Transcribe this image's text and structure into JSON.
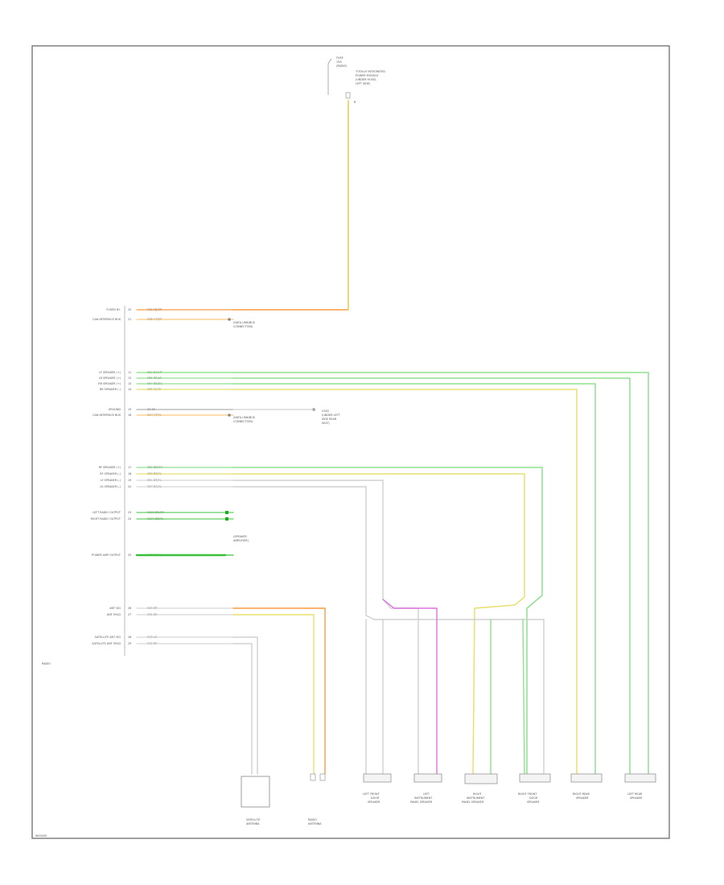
{
  "diagram": {
    "page_code": "W00000",
    "fuse_block": {
      "lines": [
        "FUSE",
        "15A",
        "(RADIO)"
      ],
      "description": [
        "TOTALLY INTEGRATED",
        "POWER MODULE",
        "(UNDER HOOD,",
        "LEFT SIDE)"
      ],
      "cavity": "B"
    },
    "radio_module_name": "RADIO",
    "radio_pins": [
      {
        "label": "FUSED B+",
        "wire": "F62 RD/OR",
        "color": "#ff9a40",
        "n": "20"
      },
      {
        "label": "CAN INTERFACE BUS",
        "wire": "D65 VT/BR",
        "color": "#ffc880",
        "n": "21"
      },
      {
        "label": "LF SPEAKER (+)",
        "wire": "X53 DG/VT",
        "color": "#7fe07f",
        "n": "11"
      },
      {
        "label": "LR SPEAKER (+)",
        "wire": "X55 BR/LB",
        "color": "#8fe08f",
        "n": "12"
      },
      {
        "label": "RR SPEAKER (+)",
        "wire": "X54 BR/DG",
        "color": "#8fe08f",
        "n": "13"
      },
      {
        "label": "RR SPEAKER (-)",
        "wire": "X56 YL/GY",
        "color": "#e8e070",
        "n": "14"
      },
      {
        "label": "GROUND",
        "wire": "Z1 BK",
        "color": "#b0b0b0",
        "n": "15"
      },
      {
        "label": "CAN INTERFACE BUS",
        "wire": "D64 VT/YL",
        "color": "#ffc880",
        "n": "16"
      },
      {
        "label": "RF SPEAKER (+)",
        "wire": "X52 DB/OR",
        "color": "#8fe08f",
        "n": "17"
      },
      {
        "label": "RF SPEAKER (-)",
        "wire": "X58 DB/YL",
        "color": "#e8e070",
        "n": "18"
      },
      {
        "label": "LF SPEAKER (-)",
        "wire": "X51 BR/YL",
        "color": "#d8d8d8",
        "n": "19"
      },
      {
        "label": "LR SPEAKER (-)",
        "wire": "X57 DG/YL",
        "color": "#d8d8d8",
        "n": "22"
      },
      {
        "label": "LEFT RADIO OUTPUT",
        "wire": "X193 BR/OR",
        "color": "#60d060",
        "n": "23"
      },
      {
        "label": "RIGHT RADIO OUTPUT",
        "wire": "X194 DB/YL",
        "color": "#60d060",
        "n": "24"
      },
      {
        "label": "POWER AMP OUTPUT",
        "wire": "X60 DG/YL",
        "color": "#3cc03c",
        "n": "25"
      },
      {
        "label": "ANT SIG",
        "wire": "X80 BR",
        "color": "#d8d8d8",
        "n": "26"
      },
      {
        "label": "ANT SHLD",
        "wire": "X81 BK",
        "color": "#d8d8d8",
        "n": "27"
      },
      {
        "label": "SATELLITE ANT SIG",
        "wire": "X38 LB",
        "color": "#d8d8d8",
        "n": "28"
      },
      {
        "label": "SATELLITE ANT SHLD",
        "wire": "X39 BK",
        "color": "#d8d8d8",
        "n": "29"
      }
    ],
    "references": [
      {
        "lines": [
          "(DATA LINK/BUS",
          "CONNECTION)"
        ]
      },
      {
        "lines": [
          "(DATA LINK/BUS",
          "CONNECTION)"
        ]
      },
      {
        "lines": [
          "G302",
          "(UNDER LEFT",
          "SIDE REAR",
          "SEAT)"
        ]
      },
      {
        "lines": [
          "(SPEAKER",
          "AMPLIFIER)"
        ]
      }
    ],
    "components": [
      {
        "lines": [
          "SATELLITE",
          "ANTENNA"
        ]
      },
      {
        "lines": [
          "RADIO",
          "ANTENNA"
        ]
      },
      {
        "lines": [
          "LEFT FRONT",
          "DOOR",
          "SPEAKER"
        ]
      },
      {
        "lines": [
          "LEFT",
          "INSTRUMENT",
          "PANEL SPEAKER"
        ]
      },
      {
        "lines": [
          "RIGHT",
          "INSTRUMENT",
          "PANEL SPEAKER"
        ]
      },
      {
        "lines": [
          "RIGHT FRONT",
          "DOOR",
          "SPEAKER"
        ]
      },
      {
        "lines": [
          "RIGHT REAR",
          "SPEAKER"
        ]
      },
      {
        "lines": [
          "LEFT REAR",
          "SPEAKER"
        ]
      }
    ],
    "wire_colors": {
      "power": "#ff9a40",
      "yellow": "#e8e070",
      "green": "#8fe08f",
      "gray": "#d0d0d0",
      "magenta": "#e070e0",
      "border": "#777777"
    }
  }
}
